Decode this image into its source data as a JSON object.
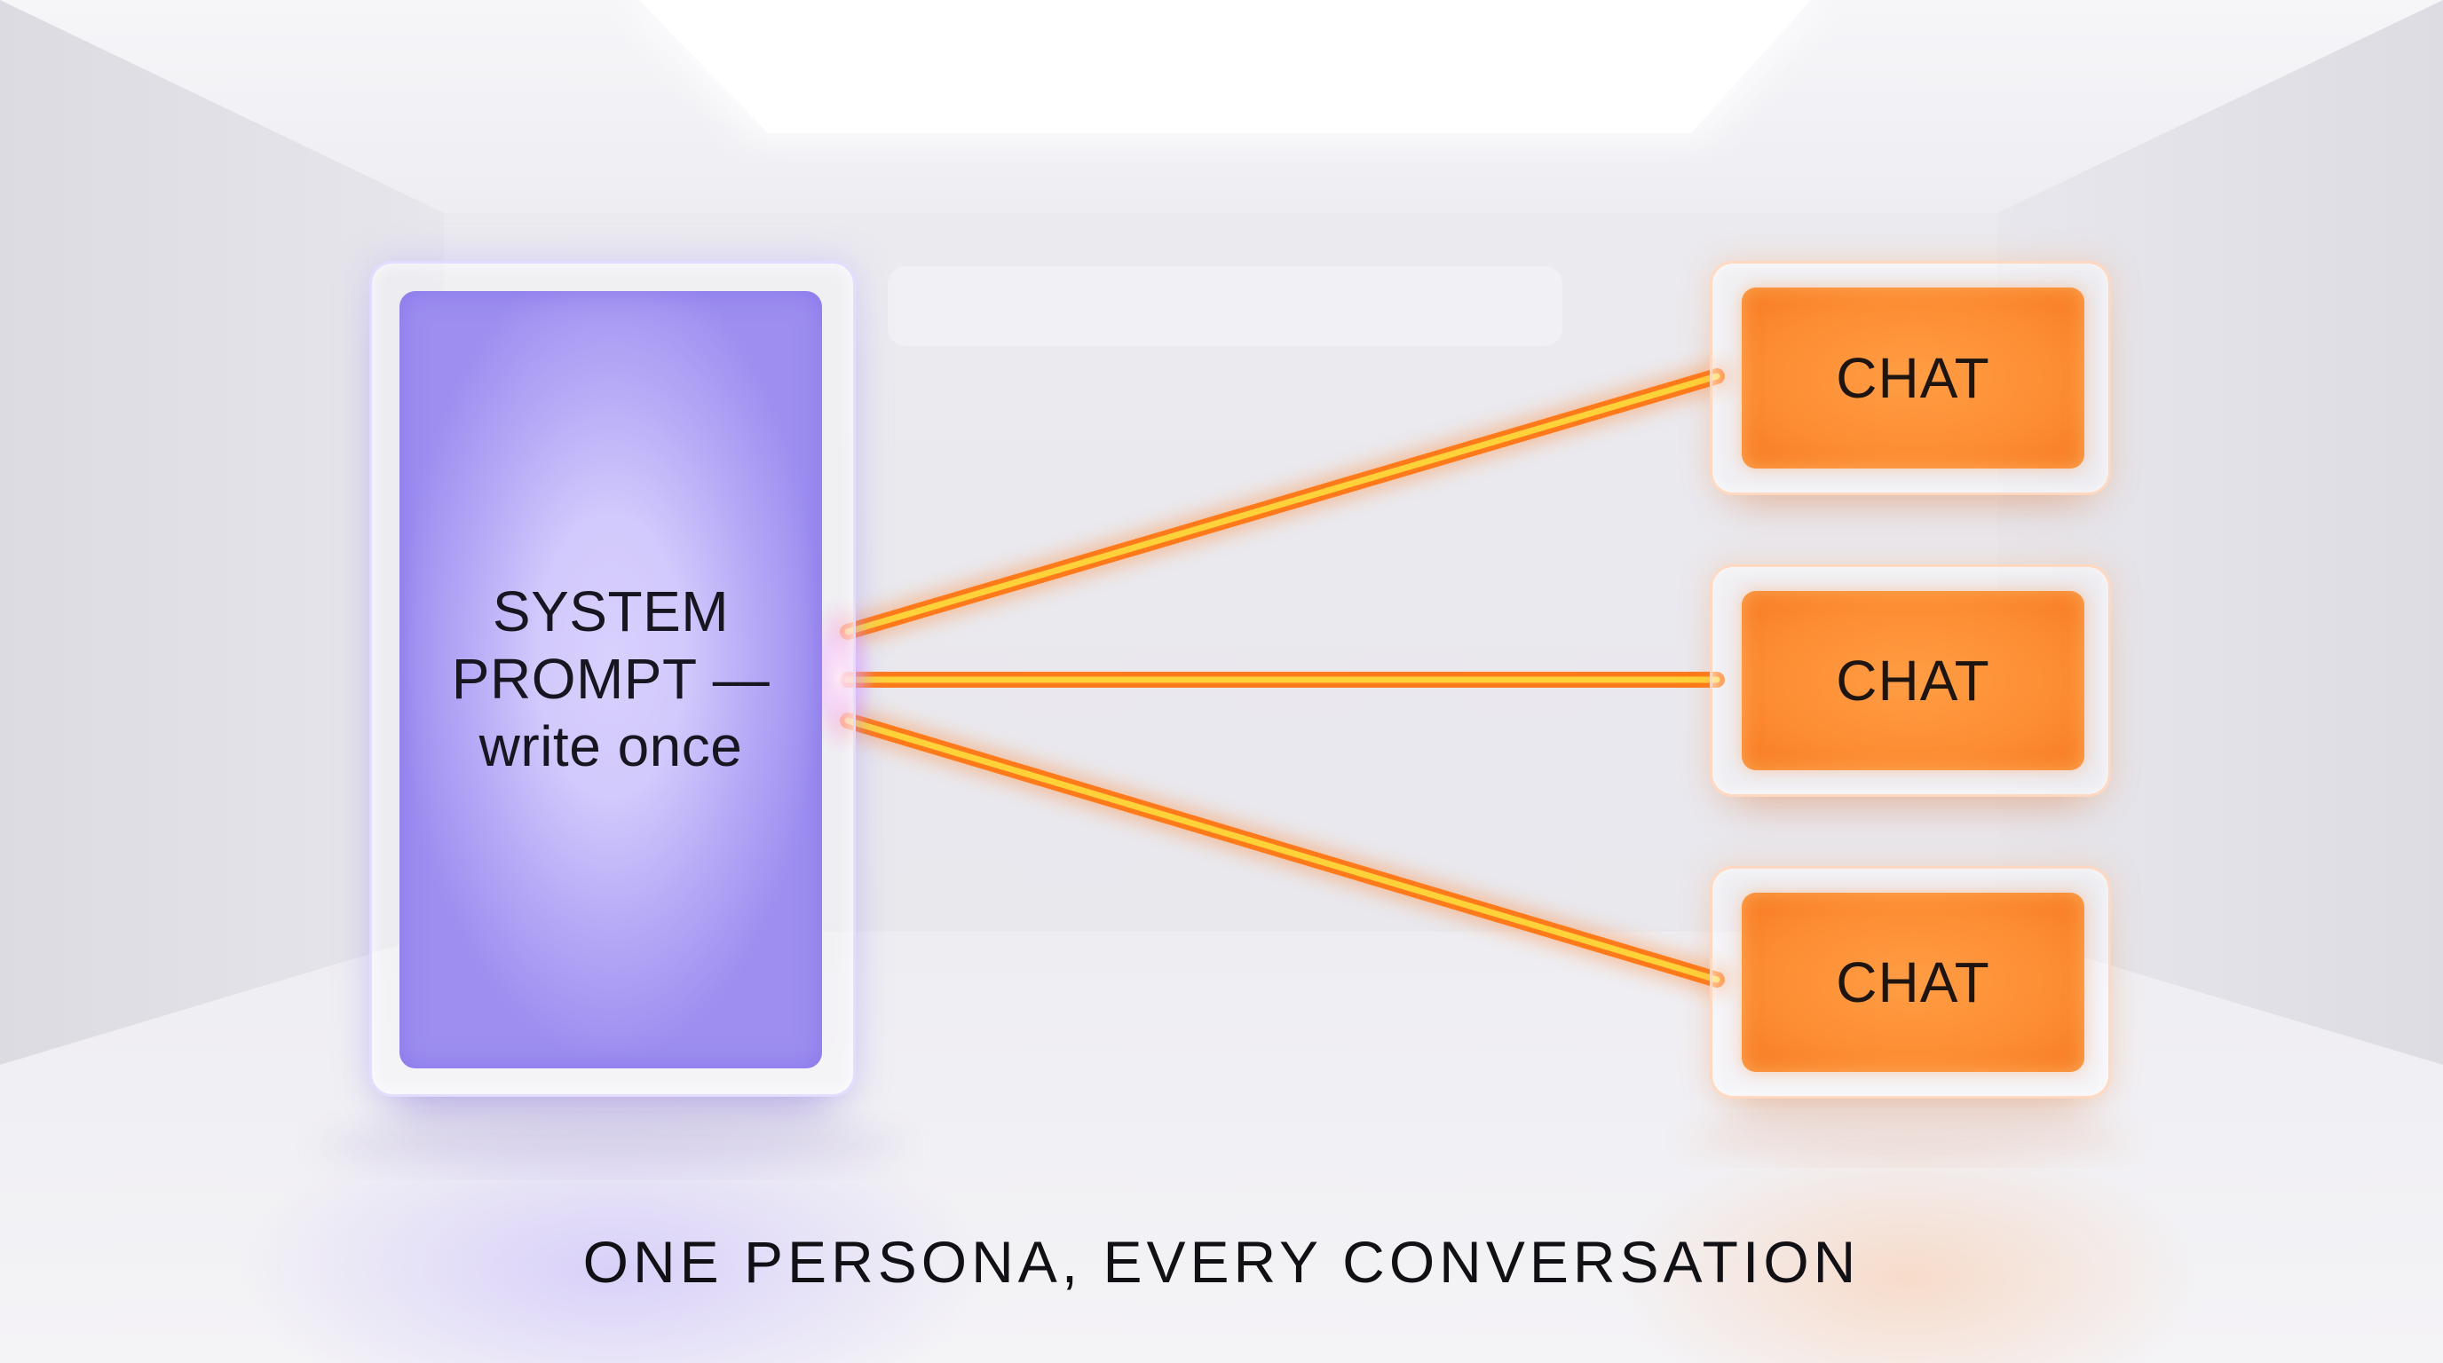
{
  "prompt_box": {
    "lines": [
      "SYSTEM",
      "PROMPT —",
      "write once"
    ]
  },
  "chats": [
    {
      "label": "CHAT"
    },
    {
      "label": "CHAT"
    },
    {
      "label": "CHAT"
    }
  ],
  "caption": "ONE PERSONA, EVERY CONVERSATION",
  "colors": {
    "prompt_panel": "#9d8ef0",
    "prompt_panel_center": "#d6cefd",
    "chat_panel": "#fd8d33",
    "beam_outer": "#ff7a1a",
    "beam_core": "#ffd23a",
    "text": "#17151f",
    "background": "#e9e8ee"
  }
}
